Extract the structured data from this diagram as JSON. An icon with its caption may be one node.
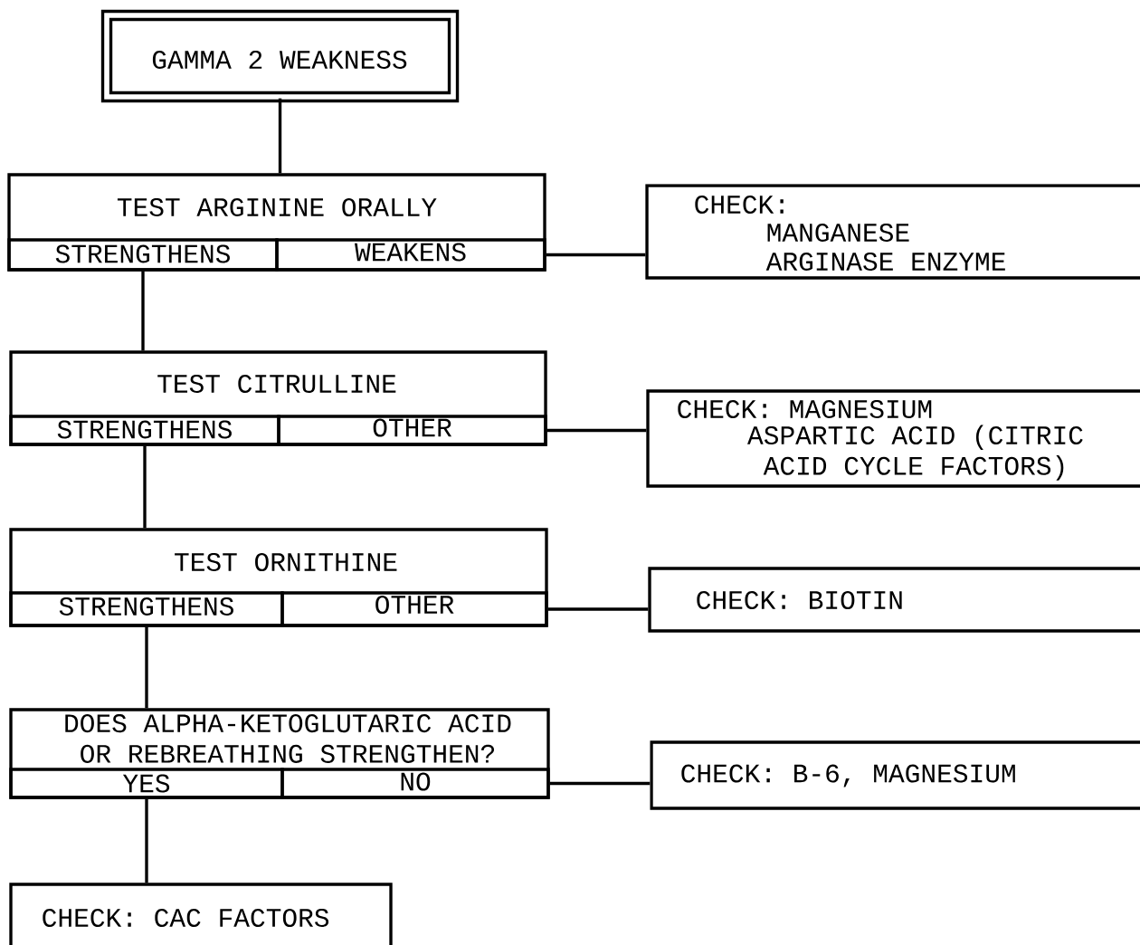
{
  "diagram": {
    "nodes": [
      {
        "text": [
          "GAMMA 2 WEAKNESS"
        ]
      },
      {
        "text": [
          "TEST ARGININE ORALLY"
        ]
      },
      {
        "text": [
          "STRENGTHENS"
        ],
        "in": 1
      },
      {
        "text": [
          "WEAKENS"
        ],
        "in": 1
      },
      {
        "text": [
          "CHECK:",
          "MANGANESE",
          "ARGINASE ENZYME"
        ]
      },
      {
        "text": [
          "TEST CITRULLINE"
        ]
      },
      {
        "text": [
          "STRENGTHENS"
        ],
        "in": 5
      },
      {
        "text": [
          "OTHER"
        ],
        "in": 5
      },
      {
        "text": [
          "CHECK: MAGNESIUM",
          "ASPARTIC ACID (CITRIC ACID CYCLE FACTORS)"
        ]
      },
      {
        "text": [
          "TEST ORNITHINE"
        ]
      },
      {
        "text": [
          "STRENGTHENS"
        ],
        "in": 9
      },
      {
        "text": [
          "OTHER"
        ],
        "in": 9
      },
      {
        "text": [
          "CHECK: BIOTIN"
        ]
      },
      {
        "text": [
          "DOES ALPHA-KETOGLUTARIC ACID OR REBREATHING STRENGTHEN?"
        ]
      },
      {
        "text": [
          "YES"
        ],
        "in": 13
      },
      {
        "text": [
          "NO"
        ],
        "in": 13
      },
      {
        "text": [
          "CHECK: B-6, MAGNESIUM"
        ]
      },
      {
        "text": [
          "CHECK: CAC FACTORS"
        ]
      }
    ],
    "edges": [
      {
        "from": 0,
        "to": 1,
        "arrow": "none"
      },
      {
        "from": 2,
        "to": 5,
        "arrow": "none"
      },
      {
        "from": 3,
        "to": 4,
        "arrow": "none"
      },
      {
        "from": 6,
        "to": 9,
        "arrow": "none"
      },
      {
        "from": 7,
        "to": 8,
        "arrow": "none"
      },
      {
        "from": 10,
        "to": 13,
        "arrow": "none"
      },
      {
        "from": 11,
        "to": 12,
        "arrow": "none"
      },
      {
        "from": 14,
        "to": 17,
        "arrow": "none"
      },
      {
        "from": 15,
        "to": 16,
        "arrow": "none"
      }
    ]
  }
}
